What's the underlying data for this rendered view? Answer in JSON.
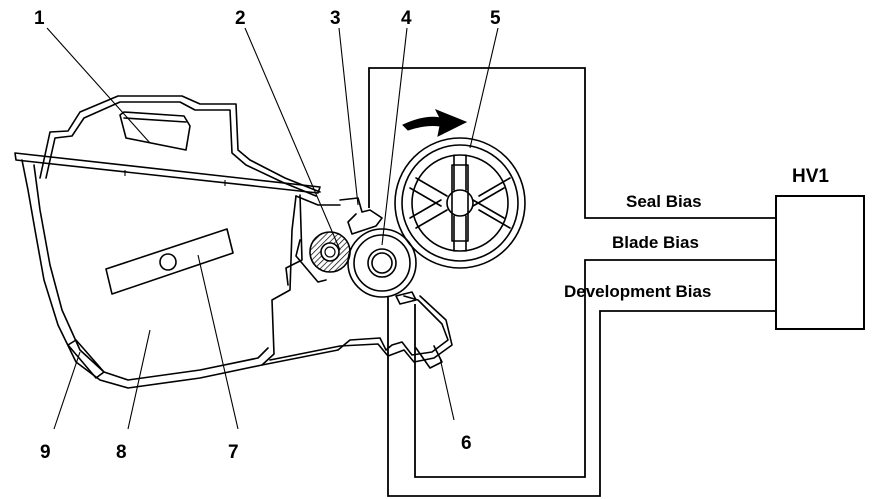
{
  "callouts": {
    "c1": "1",
    "c2": "2",
    "c3": "3",
    "c4": "4",
    "c5": "5",
    "c6": "6",
    "c7": "7",
    "c8": "8",
    "c9": "9"
  },
  "power_supply": {
    "name": "HV1",
    "outputs": [
      "Seal Bias",
      "Blade Bias",
      "Development Bias"
    ]
  }
}
